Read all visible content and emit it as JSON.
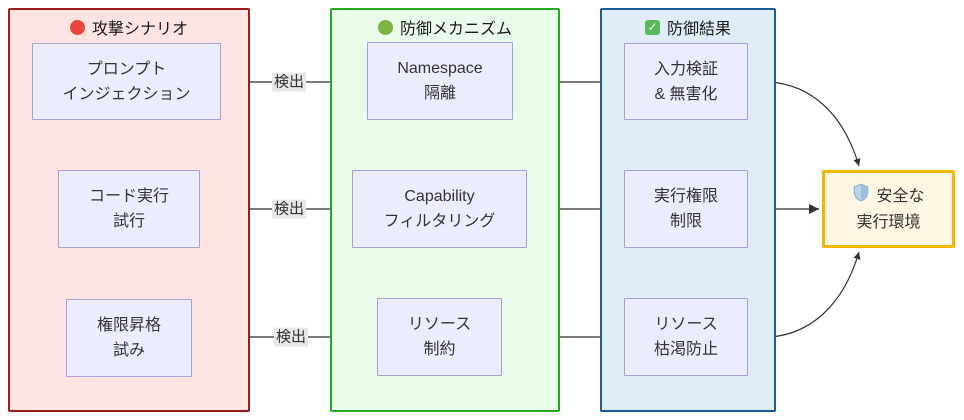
{
  "diagram": {
    "edge_labels": [
      "検出",
      "検出",
      "検出"
    ],
    "columns": {
      "attack": {
        "title": "攻撃シナリオ",
        "icon": "red-circle-icon",
        "colors": {
          "border": "#9e1b1b",
          "fill": "#fde4e2"
        },
        "nodes": [
          {
            "line1": "プロンプト",
            "line2": "インジェクション"
          },
          {
            "line1": "コード実行",
            "line2": "試行"
          },
          {
            "line1": "権限昇格",
            "line2": "試み"
          }
        ]
      },
      "mechanism": {
        "title": "防御メカニズム",
        "icon": "green-circle-icon",
        "colors": {
          "border": "#21aa21",
          "fill": "#eafbea"
        },
        "nodes": [
          {
            "line1": "Namespace",
            "line2": "隔離"
          },
          {
            "line1": "Capability",
            "line2": "フィルタリング"
          },
          {
            "line1": "リソース",
            "line2": "制約"
          }
        ]
      },
      "result": {
        "title": "防御結果",
        "icon": "check-icon",
        "check_glyph": "✓",
        "colors": {
          "border": "#1a5a96",
          "fill": "#e0edf9"
        },
        "nodes": [
          {
            "line1": "入力検証",
            "line2": "& 無害化"
          },
          {
            "line1": "実行権限",
            "line2": "制限"
          },
          {
            "line1": "リソース",
            "line2": "枯渇防止"
          }
        ]
      }
    },
    "final_node": {
      "icon": "shield-icon",
      "line1": "安全な",
      "line2": "実行環境",
      "colors": {
        "border": "#f2b705",
        "fill": "#fdf6e3"
      }
    },
    "node_colors": {
      "fill": "#ececff",
      "border": "#a99ed6",
      "text": "#333333"
    },
    "edge_style": {
      "line": "#666666",
      "arrowhead": "#333333",
      "label_bg": "#e8e8e8"
    }
  }
}
